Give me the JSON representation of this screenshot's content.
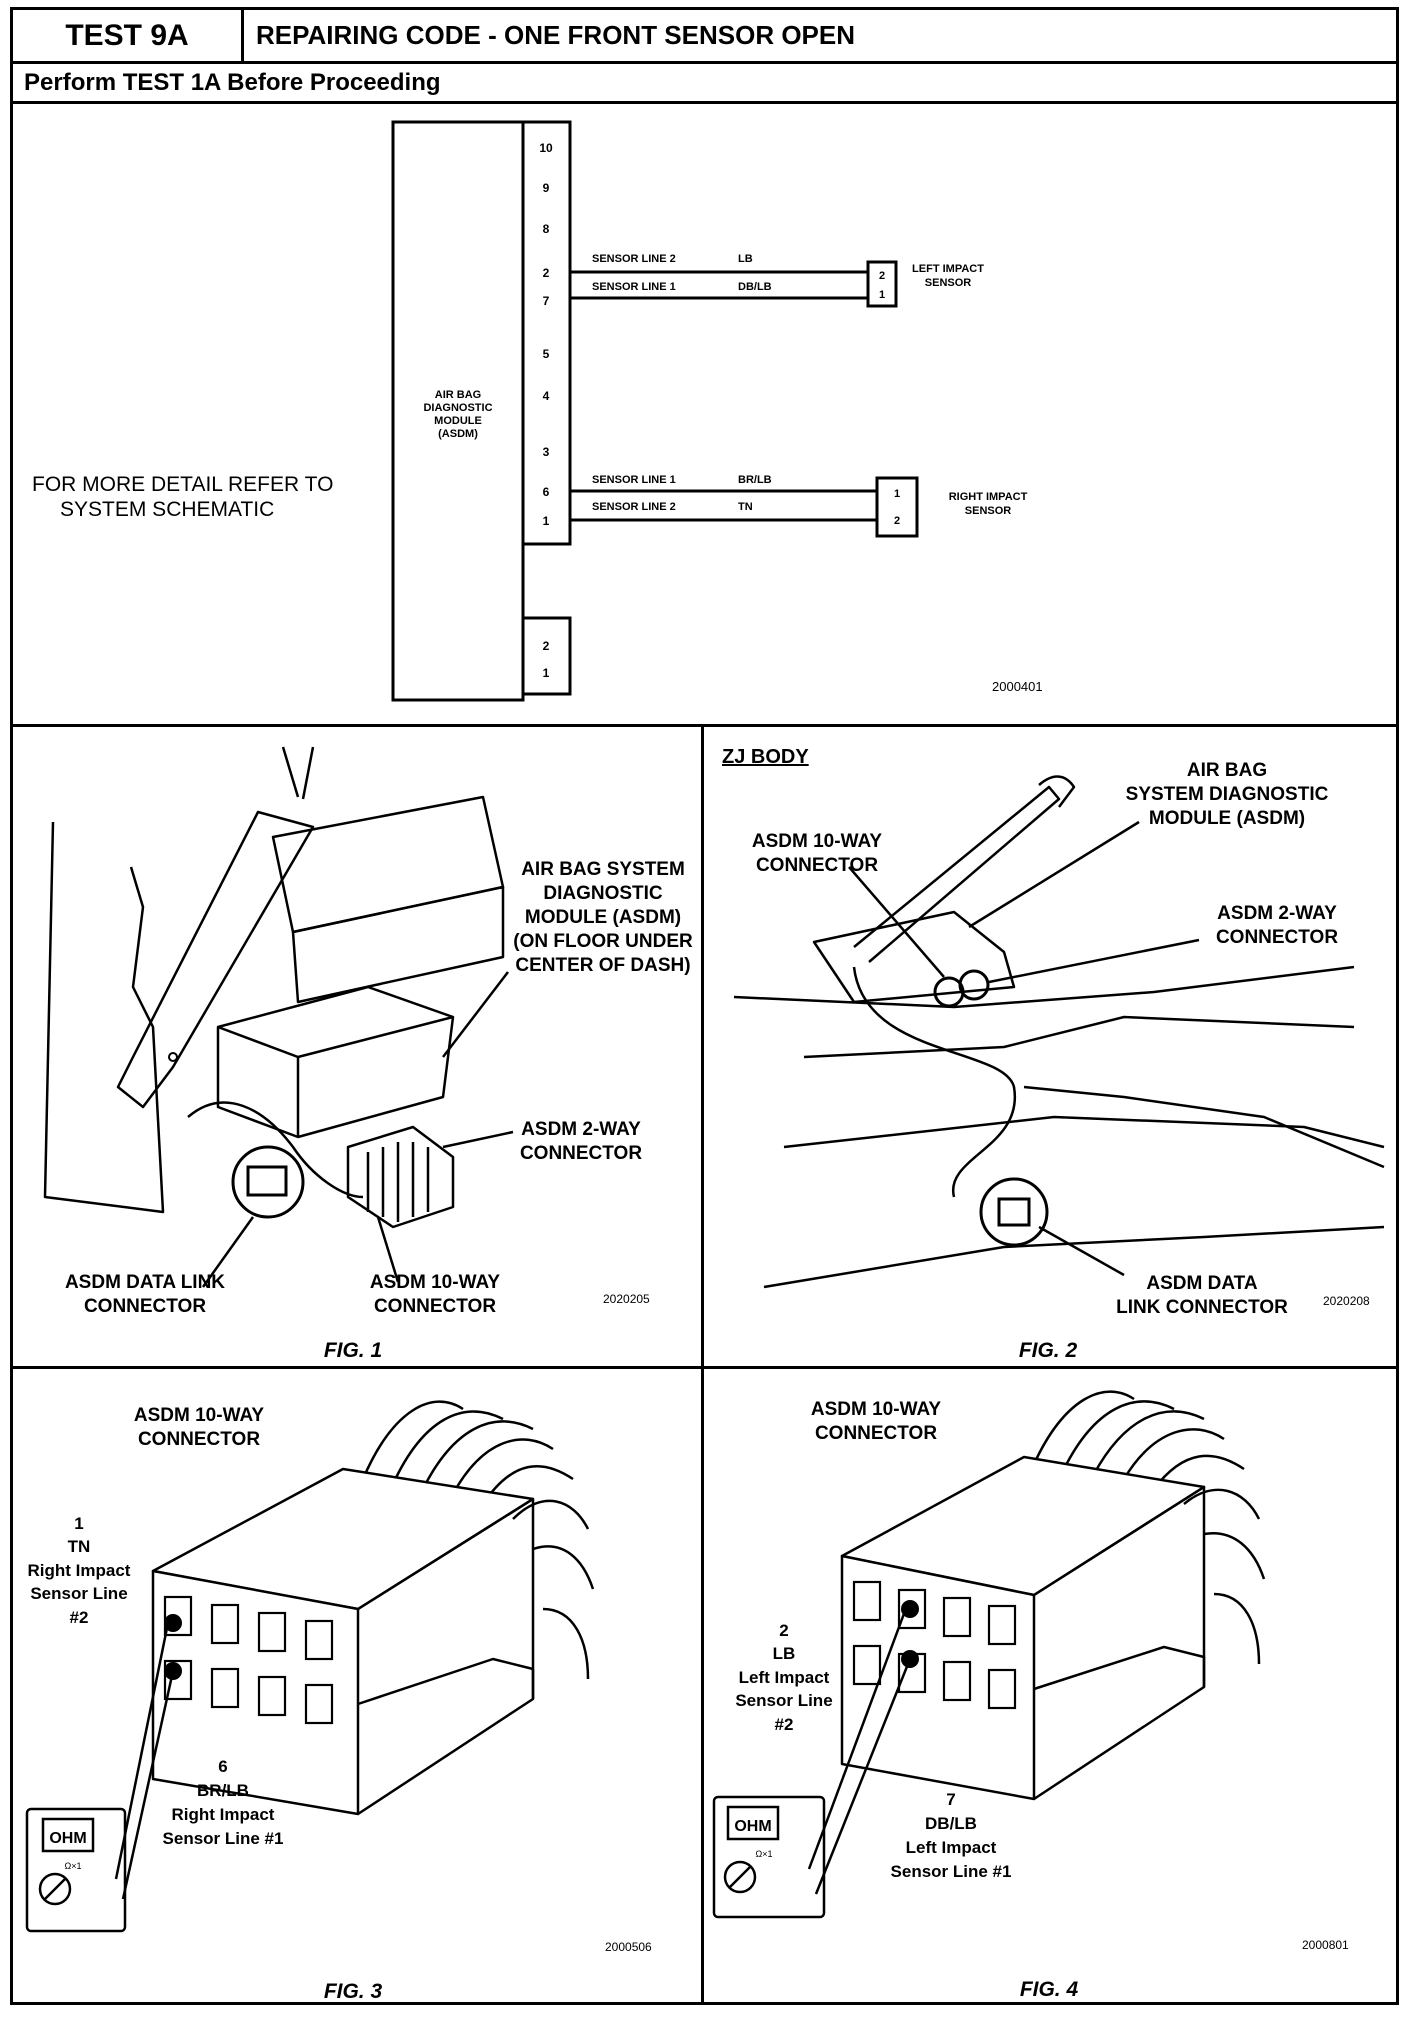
{
  "header": {
    "test_id": "TEST 9A",
    "title": "REPAIRING CODE - ONE FRONT SENSOR OPEN",
    "prerequisite": "Perform TEST 1A Before Proceeding"
  },
  "schematic": {
    "note_line1": "FOR MORE DETAIL REFER TO",
    "note_line2": "SYSTEM SCHEMATIC",
    "module_label": [
      "AIR BAG",
      "DIAGNOSTIC",
      "MODULE",
      "(ASDM)"
    ],
    "module_pins": [
      "10",
      "9",
      "8",
      "2",
      "7",
      "5",
      "4",
      "3",
      "6",
      "1"
    ],
    "lower_pins": [
      "2",
      "1"
    ],
    "left_lines": [
      {
        "name": "SENSOR LINE 2",
        "color": "LB"
      },
      {
        "name": "SENSOR LINE 1",
        "color": "DB/LB"
      }
    ],
    "left_sensor_pins": [
      "2",
      "1"
    ],
    "left_sensor_label": [
      "LEFT IMPACT",
      "SENSOR"
    ],
    "right_lines": [
      {
        "name": "SENSOR LINE 1",
        "color": "BR/LB"
      },
      {
        "name": "SENSOR LINE 2",
        "color": "TN"
      }
    ],
    "right_sensor_pins": [
      "1",
      "2"
    ],
    "right_sensor_label": [
      "RIGHT IMPACT",
      "SENSOR"
    ],
    "ref": "2000401"
  },
  "fig1": {
    "caption": "FIG. 1",
    "module_callout": [
      "AIR BAG SYSTEM",
      "DIAGNOSTIC",
      "MODULE (ASDM)",
      "(ON FLOOR UNDER",
      "CENTER OF DASH)"
    ],
    "two_way_callout": [
      "ASDM 2-WAY",
      "CONNECTOR"
    ],
    "data_link_callout": [
      "ASDM DATA LINK",
      "CONNECTOR"
    ],
    "ten_way_callout": [
      "ASDM 10-WAY",
      "CONNECTOR"
    ],
    "ref": "2020205"
  },
  "fig2": {
    "caption": "FIG. 2",
    "body_label": "ZJ BODY",
    "module_callout": [
      "AIR BAG",
      "SYSTEM DIAGNOSTIC",
      "MODULE (ASDM)"
    ],
    "ten_way_callout": [
      "ASDM 10-WAY",
      "CONNECTOR"
    ],
    "two_way_callout": [
      "ASDM 2-WAY",
      "CONNECTOR"
    ],
    "data_link_callout": [
      "ASDM DATA",
      "LINK CONNECTOR"
    ],
    "ref": "2020208"
  },
  "fig3": {
    "caption": "FIG. 3",
    "connector_label": [
      "ASDM 10-WAY",
      "CONNECTOR"
    ],
    "pin_a": [
      "1",
      "TN",
      "Right Impact",
      "Sensor Line",
      "#2"
    ],
    "pin_b": [
      "6",
      "BR/LB",
      "Right Impact",
      "Sensor Line #1"
    ],
    "meter_label": "OHM",
    "meter_range": "Ω×1",
    "ref": "2000506"
  },
  "fig4": {
    "caption": "FIG. 4",
    "connector_label": [
      "ASDM 10-WAY",
      "CONNECTOR"
    ],
    "pin_a": [
      "2",
      "LB",
      "Left Impact",
      "Sensor Line",
      "#2"
    ],
    "pin_b": [
      "7",
      "DB/LB",
      "Left Impact",
      "Sensor Line #1"
    ],
    "meter_label": "OHM",
    "meter_range": "Ω×1",
    "ref": "2000801"
  }
}
